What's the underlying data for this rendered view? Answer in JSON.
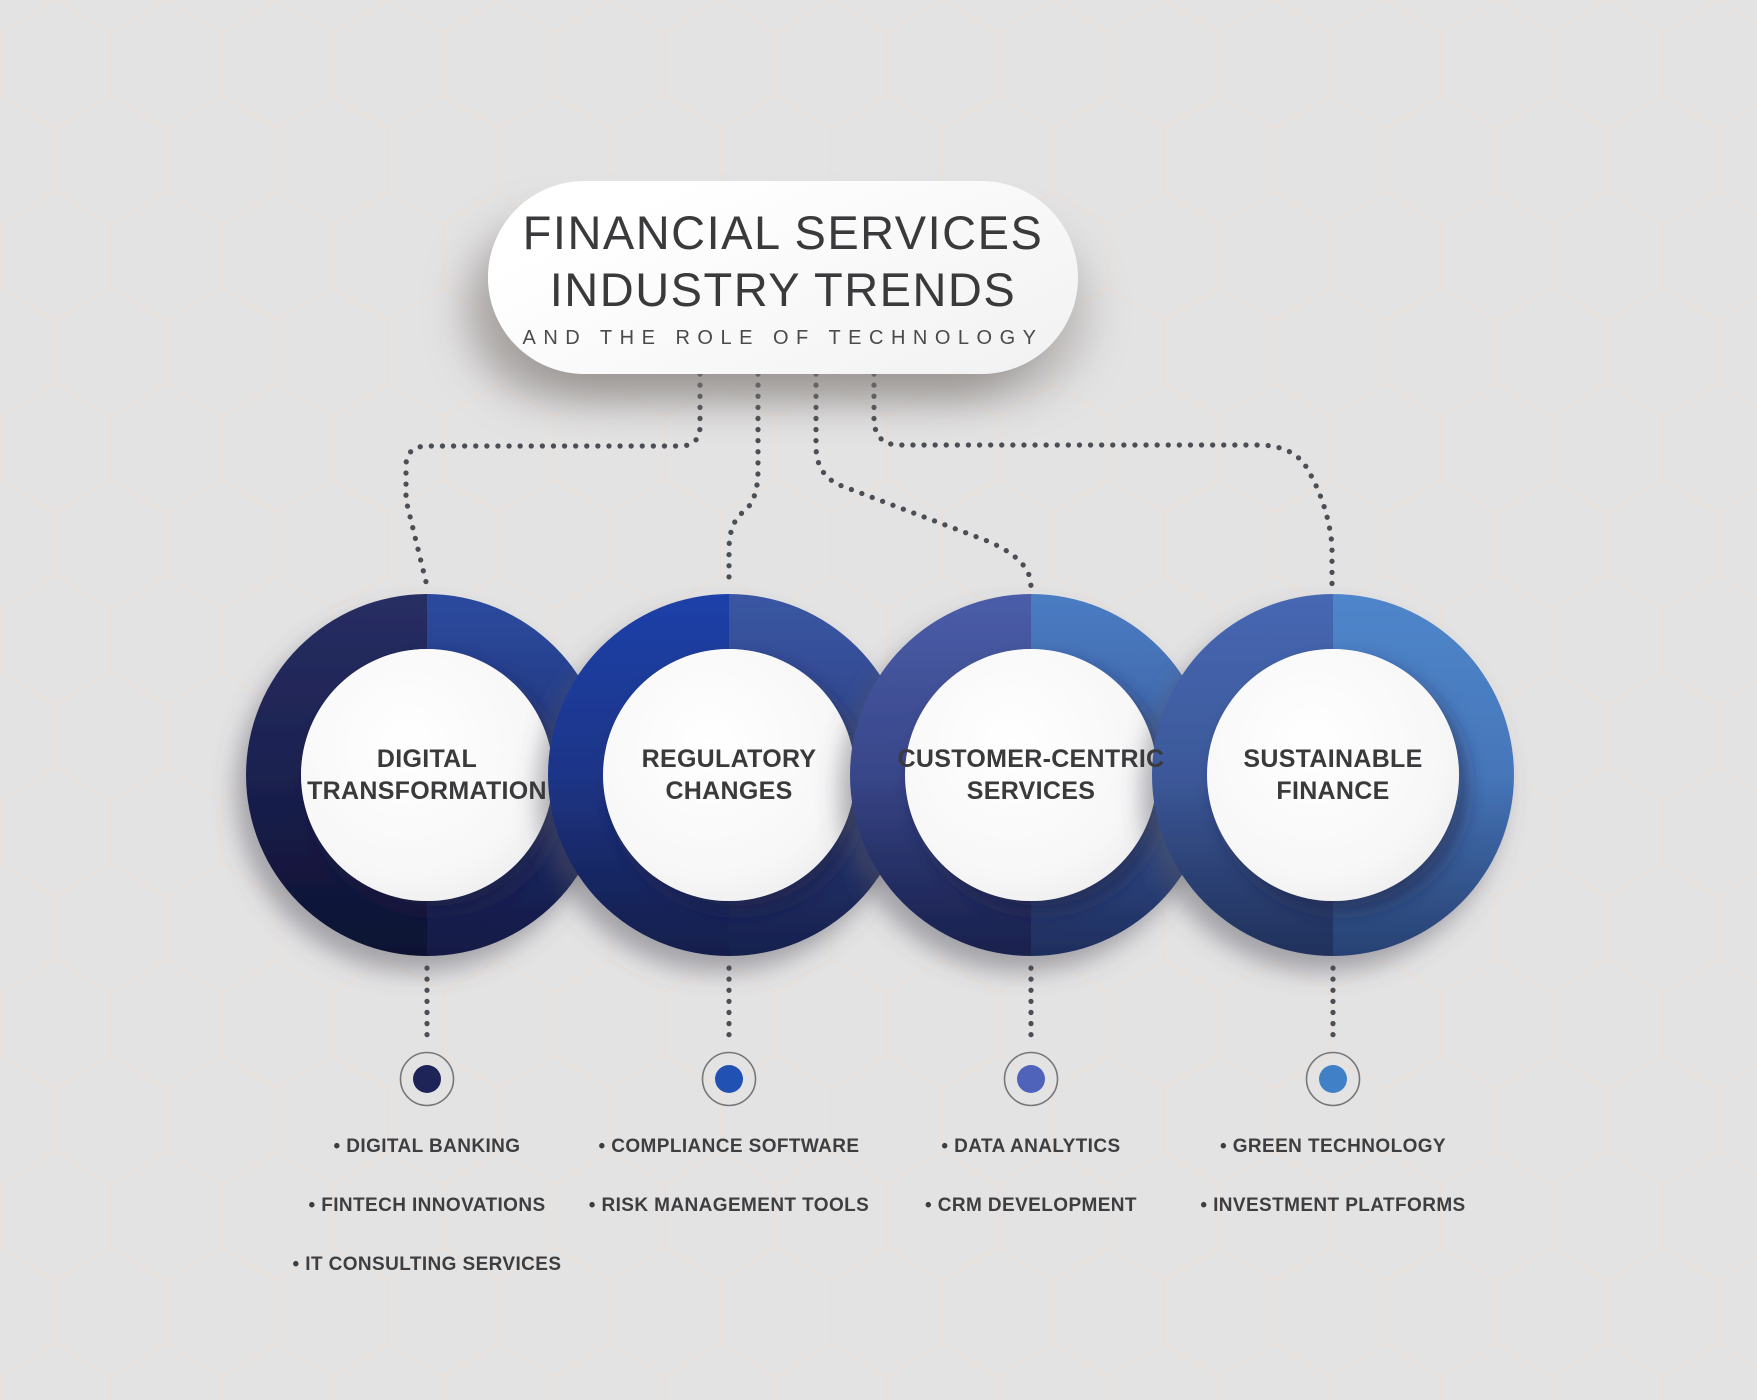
{
  "title": {
    "line1": "FINANCIAL SERVICES",
    "line2": "INDUSTRY TRENDS",
    "subtitle": "AND THE ROLE OF TECHNOLOGY"
  },
  "colors": {
    "background": "#e4e3e4",
    "hex_line": "#eadfd7",
    "connector": "#4b4e54",
    "label_text": "#3a3a3c",
    "bullet_text": "#3e3e40",
    "marker_outline": "#77777a"
  },
  "categories": [
    {
      "label": "DIGITAL TRANSFORMATION",
      "dot_color": "#1f2458",
      "ring": {
        "left_top": "#272e63",
        "left_bottom": "#10143b",
        "right_top": "#2b4a9e",
        "right_bottom": "#1a2158"
      },
      "items": [
        "DIGITAL BANKING",
        "FINTECH INNOVATIONS",
        "IT CONSULTING SERVICES"
      ]
    },
    {
      "label": "REGULATORY CHANGES",
      "dot_color": "#2251b4",
      "ring": {
        "left_top": "#1e40a9",
        "left_bottom": "#1c2a66",
        "right_top": "#3a56a3",
        "right_bottom": "#202e68"
      },
      "items": [
        "COMPLIANCE SOFTWARE",
        "RISK MANAGEMENT TOOLS"
      ]
    },
    {
      "label": "CUSTOMER-CENTRIC SERVICES",
      "dot_color": "#5063ba",
      "ring": {
        "left_top": "#4b5da9",
        "left_bottom": "#252f68",
        "right_top": "#4b7cc3",
        "right_bottom": "#2d4484"
      },
      "items": [
        "DATA ANALYTICS",
        "CRM DEVELOPMENT"
      ]
    },
    {
      "label": "SUSTAINABLE FINANCE",
      "dot_color": "#3f80c6",
      "ring": {
        "left_top": "#4767b3",
        "left_bottom": "#314a80",
        "right_top": "#4f86cb",
        "right_bottom": "#3d66a8"
      },
      "items": [
        "GREEN TECHNOLOGY",
        "INVESTMENT PLATFORMS"
      ]
    }
  ]
}
